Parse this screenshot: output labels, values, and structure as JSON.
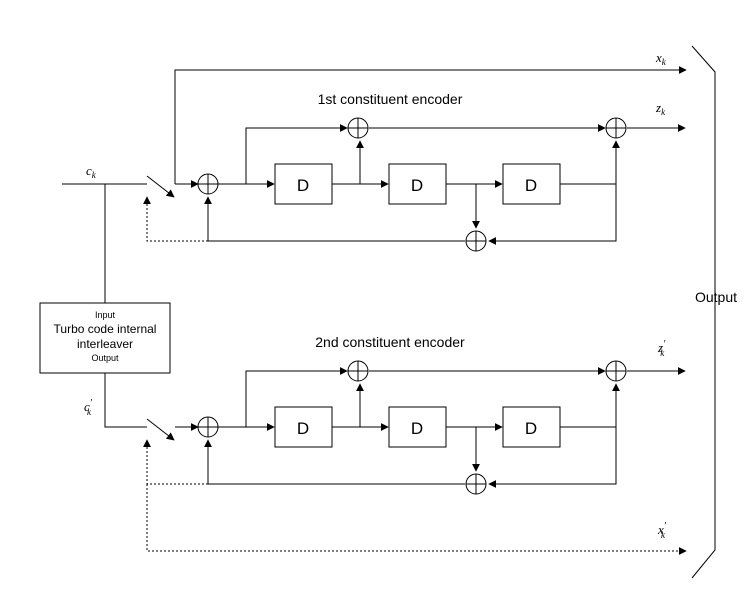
{
  "labels": {
    "enc1_title": "1st constituent encoder",
    "enc2_title": "2nd constituent encoder",
    "output": "Output",
    "delay": "D"
  },
  "signals": {
    "x_k": {
      "base": "x",
      "sub": "k"
    },
    "z_k": {
      "base": "z",
      "sub": "k"
    },
    "c_k": {
      "base": "c",
      "sub": "k"
    },
    "c_k_prime": {
      "base": "c",
      "sub": "k",
      "prime": "′"
    },
    "z_k_prime": {
      "base": "z",
      "sub": "k",
      "prime": "′"
    },
    "x_k_prime": {
      "base": "x",
      "sub": "k",
      "prime": "′"
    }
  },
  "interleaver": {
    "input": "Input",
    "title_line1": "Turbo code internal",
    "title_line2": "interleaver",
    "output": "Output"
  }
}
